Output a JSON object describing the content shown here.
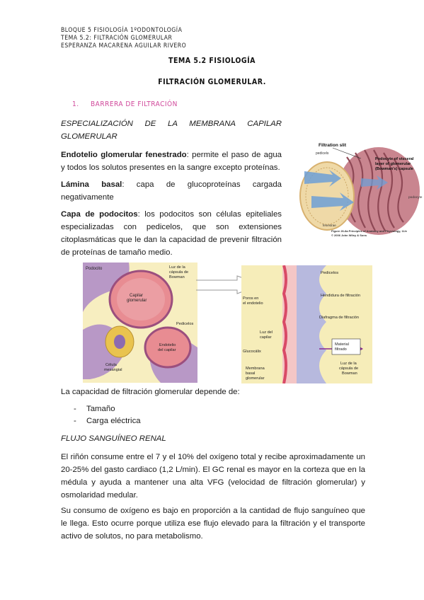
{
  "header": {
    "line1": "BLOQUE 5 FISIOLOGÍA 1ºODONTOLOGÍA",
    "line2": "TEMA 5.2: FILTRACIÓN GLOMERULAR",
    "line3": "ESPERANZA MACARENA AGUILAR RIVERO"
  },
  "title": "TEMA 5.2 FISIOLOGÍA",
  "subtitle": "FILTRACIÓN GLOMERULAR.",
  "section1": {
    "number": "1.",
    "label": "BARRERA DE FILTRACIÓN"
  },
  "heading1": "ESPECIALIZACIÓN DE LA MEMBRANA CAPILAR GLOMERULAR",
  "p1": {
    "bold": "Endotelio glomerular fenestrado",
    "text": ": permite el paso de agua y todos los solutos presentes en la sangre excepto proteínas."
  },
  "p2": {
    "bold": "Lámina basal",
    "text": ": capa de glucoproteínas cargada negativamente"
  },
  "p3": {
    "bold": "Capa de podocitos",
    "text": ": los podocitos son células epiteliales especializadas con pedicelos, que son extensiones citoplasmáticas que le dan la capacidad de prevenir filtración de proteínas de tamaño medio."
  },
  "fig1": {
    "filtration_slit": "Filtration slit",
    "pedicels": "pedicels",
    "podocyte_label": "Podocyte of visceral layer of glomerular (Bowman's) capsule",
    "podocyte": "podocyte",
    "fenestrae": "fenestrae",
    "caption1": "Figure 26-8a Principles of Anatomy and Physiology, 11/e",
    "caption2": "© 2006 John Wiley & Sons"
  },
  "fig2": {
    "podocito": "Podocito",
    "luz_capsula_1": "Luz de la",
    "luz_capsula_2": "cápsula de",
    "luz_capsula_3": "Bowman",
    "capilar_1": "Capilar",
    "capilar_2": "glomerular",
    "pedicelos": "Pedicelos",
    "endotelio_1": "Endotelio",
    "endotelio_2": "del capilar",
    "celula_1": "Célula",
    "celula_2": "mesangial"
  },
  "fig3": {
    "pedicelos": "Pedicelos",
    "poros_1": "Poros en",
    "poros_2": "el endotelio",
    "hendidura": "Hendidura de filtración",
    "diafragma": "Diafragma de filtración",
    "luz_capilar_1": "Luz del",
    "luz_capilar_2": "capilar",
    "glucocalix": "Glucocálix",
    "material_1": "Material",
    "material_2": "filtrado",
    "membrana_1": "Membrana",
    "membrana_2": "basal",
    "membrana_3": "glomerular",
    "luz_bowman_1": "Luz de la",
    "luz_bowman_2": "cápsula de",
    "luz_bowman_3": "Bowman"
  },
  "p4": "La capacidad de filtración glomerular depende de:",
  "list": [
    "Tamaño",
    "Carga eléctrica"
  ],
  "heading2": "FLUJO SANGUÍNEO RENAL",
  "p5": "El riñón consume entre el 7 y el 10% del oxígeno total y recibe aproximadamente un 20-25% del gasto cardiaco (1,2 L/min). El GC renal es mayor en la corteza que en la médula y ayuda a mantener una alta VFG (velocidad de filtración glomerular) y osmolaridad medular.",
  "p6": "Su consumo de oxígeno es bajo en proporción a la cantidad de flujo sanguíneo que le llega. Esto ocurre porque utiliza ese flujo elevado para la filtración y el transporte activo de solutos, no para metabolismo.",
  "colors": {
    "section_accent": "#d0479a",
    "diagram_bg": "#f7eec0",
    "podocyte_purple": "#a98ab8",
    "capillary_pink": "#e68a8f"
  }
}
